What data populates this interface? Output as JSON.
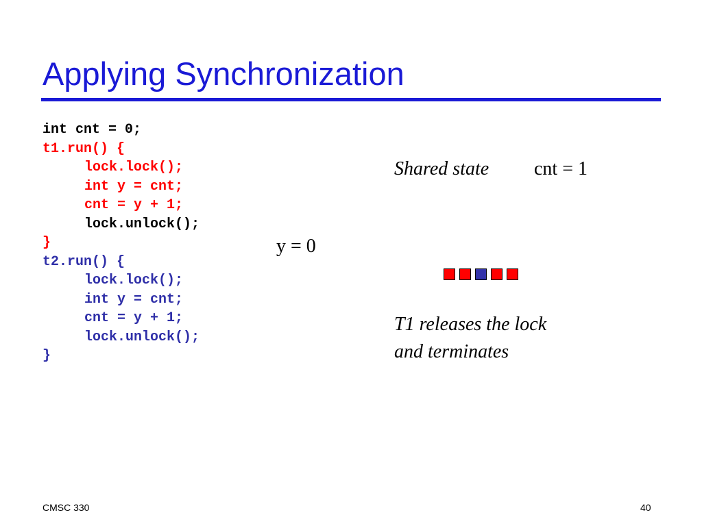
{
  "title": "Applying Synchronization",
  "code": [
    {
      "text": "int cnt = 0;",
      "indent": false,
      "color": "#000000"
    },
    {
      "text": "t1.run() {",
      "indent": false,
      "color": "#ff0000"
    },
    {
      "text": "lock.lock();",
      "indent": true,
      "color": "#ff0000"
    },
    {
      "text": "int y = cnt;",
      "indent": true,
      "color": "#ff0000"
    },
    {
      "text": "cnt = y + 1;",
      "indent": true,
      "color": "#ff0000"
    },
    {
      "text": "lock.unlock();",
      "indent": true,
      "color": "#000000"
    },
    {
      "text": "}",
      "indent": false,
      "color": "#ff0000"
    },
    {
      "text": "t2.run() {",
      "indent": false,
      "color": "#2f2fa8"
    },
    {
      "text": "lock.lock();",
      "indent": true,
      "color": "#2f2fa8"
    },
    {
      "text": "int y = cnt;",
      "indent": true,
      "color": "#2f2fa8"
    },
    {
      "text": "cnt = y + 1;",
      "indent": true,
      "color": "#2f2fa8"
    },
    {
      "text": "lock.unlock();",
      "indent": true,
      "color": "#2f2fa8"
    },
    {
      "text": "}",
      "indent": false,
      "color": "#2f2fa8"
    }
  ],
  "shared_state": {
    "label": "Shared state",
    "value": "cnt = 1"
  },
  "local_var": "y = 0",
  "queue": [
    "#ff0000",
    "#ff0000",
    "#3333aa",
    "#ff0000",
    "#ff0000"
  ],
  "caption": {
    "line1": "T1 releases the lock",
    "line2": "and terminates"
  },
  "footer": {
    "course": "CMSC 330",
    "page": "40"
  },
  "colors": {
    "title": "#1a1ad6",
    "thread1": "#ff0000",
    "thread2": "#2f2fa8"
  }
}
